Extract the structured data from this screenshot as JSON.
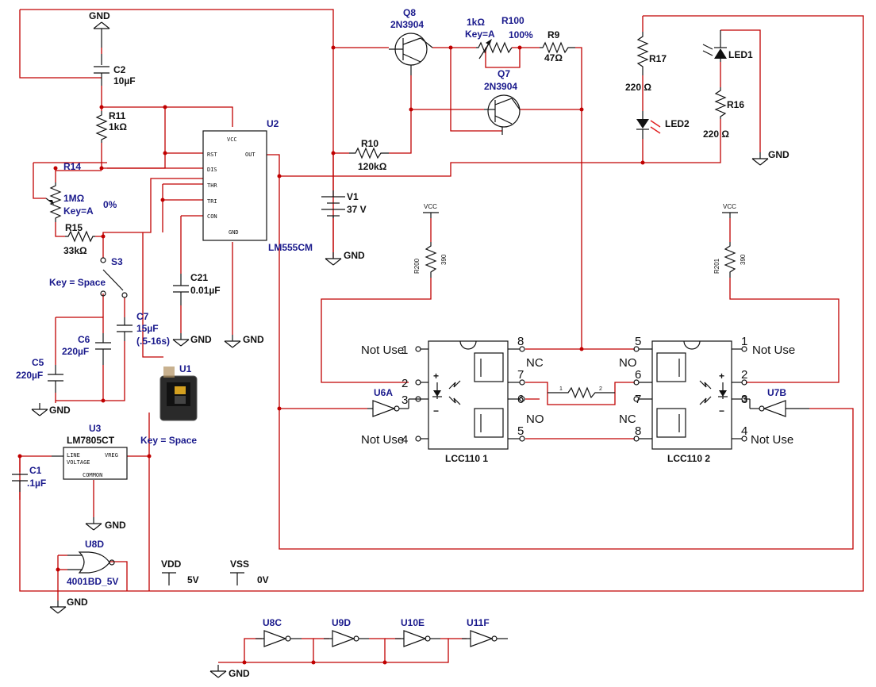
{
  "colors": {
    "wire": "#c00000",
    "component": "#111111",
    "label_blue": "#1a1a8c",
    "led": "#e02020"
  },
  "ground": "GND",
  "vcc": "VCC",
  "components": {
    "c2": {
      "ref": "C2",
      "value": "10µF"
    },
    "r11": {
      "ref": "R11",
      "value": "1kΩ"
    },
    "r14": {
      "ref": "R14",
      "value": "1MΩ",
      "key": "Key=A",
      "setting": "0%"
    },
    "r15": {
      "ref": "R15",
      "value": "33kΩ"
    },
    "s3": {
      "ref": "S3",
      "key": "Key = Space"
    },
    "c5": {
      "ref": "C5",
      "value": "220µF"
    },
    "c6": {
      "ref": "C6",
      "value": "220µF"
    },
    "c7": {
      "ref": "C7",
      "value": "15µF",
      "note": "(.5-16s)"
    },
    "c21": {
      "ref": "C21",
      "value": "0.01µF"
    },
    "u1": {
      "ref": "U1",
      "key": "Key = Space"
    },
    "u2": {
      "ref": "U2",
      "part": "LM555CM",
      "pins": {
        "vcc": "VCC",
        "rst": "RST",
        "dis": "DIS",
        "thr": "THR",
        "tri": "TRI",
        "con": "CON",
        "out": "OUT",
        "gnd": "GND"
      }
    },
    "u3": {
      "ref": "U3",
      "part": "LM7805CT",
      "line1": "LINE",
      "line2": "VOLTAGE",
      "vreg": "VREG",
      "common": "COMMON"
    },
    "c1": {
      "ref": "C1",
      "value": ".1µF"
    },
    "u8d": {
      "ref": "U8D",
      "part": "4001BD_5V"
    },
    "vdd": {
      "ref": "VDD",
      "value": "5V"
    },
    "vss": {
      "ref": "VSS",
      "value": "0V"
    },
    "q8": {
      "ref": "Q8",
      "part": "2N3904"
    },
    "q7": {
      "ref": "Q7",
      "part": "2N3904"
    },
    "r100": {
      "ref": "R100",
      "value": "1kΩ",
      "key": "Key=A",
      "setting": "100%"
    },
    "r9": {
      "ref": "R9",
      "value": "47Ω"
    },
    "r10": {
      "ref": "R10",
      "value": "120kΩ"
    },
    "v1": {
      "ref": "V1",
      "value": "37 V"
    },
    "r17": {
      "ref": "R17",
      "value": "220 Ω"
    },
    "r16": {
      "ref": "R16",
      "value": "220 Ω"
    },
    "led1": {
      "ref": "LED1"
    },
    "led2": {
      "ref": "LED2"
    },
    "r200": {
      "ref": "R200",
      "value": "390"
    },
    "r201": {
      "ref": "R201",
      "value": "390"
    },
    "u6a": {
      "ref": "U6A"
    },
    "u7b": {
      "ref": "U7B"
    },
    "u8c": {
      "ref": "U8C"
    },
    "u9d": {
      "ref": "U9D"
    },
    "u10e": {
      "ref": "U10E"
    },
    "u11f": {
      "ref": "U11F"
    }
  },
  "relays": {
    "lcc1": {
      "name": "LCC110 1",
      "left_pins": [
        "1",
        "2",
        "3",
        "4"
      ],
      "right_pins": [
        "8",
        "7",
        "6",
        "5"
      ],
      "not_use": "Not Use",
      "nc": "NC",
      "no": "NO"
    },
    "lcc2": {
      "name": "LCC110 2",
      "left_pins": [
        "5",
        "6",
        "7",
        "8"
      ],
      "right_pins": [
        "1",
        "2",
        "3",
        "4"
      ],
      "not_use": "Not Use",
      "nc": "NC",
      "no": "NO"
    }
  }
}
